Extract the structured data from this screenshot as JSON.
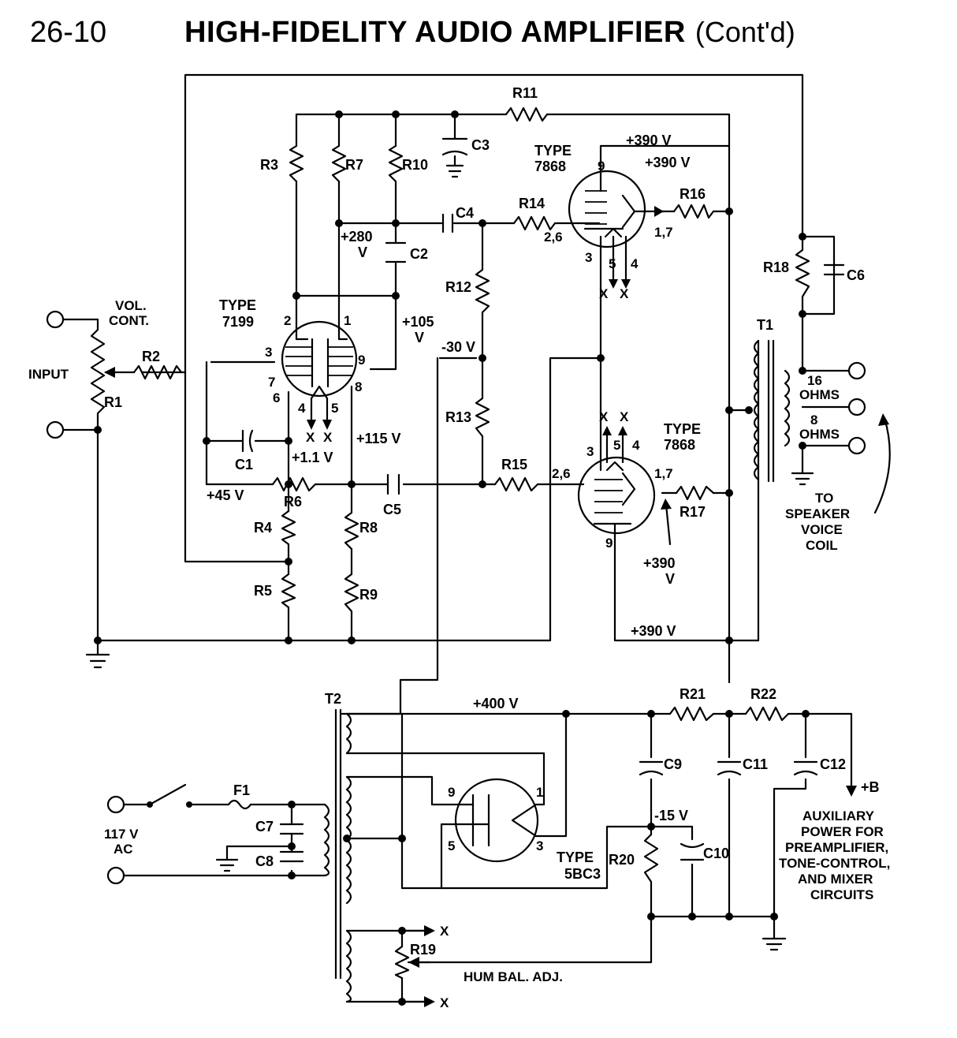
{
  "header": {
    "page_number": "26-10",
    "title": "HIGH-FIDELITY AUDIO AMPLIFIER",
    "title_suffix": "(Cont'd)"
  },
  "resistors": {
    "r1": "R1",
    "r2": "R2",
    "r3": "R3",
    "r4": "R4",
    "r5": "R5",
    "r6": "R6",
    "r7": "R7",
    "r8": "R8",
    "r9": "R9",
    "r10": "R10",
    "r11": "R11",
    "r12": "R12",
    "r13": "R13",
    "r14": "R14",
    "r15": "R15",
    "r16": "R16",
    "r17": "R17",
    "r18": "R18",
    "r19": "R19",
    "r20": "R20",
    "r21": "R21",
    "r22": "R22"
  },
  "capacitors": {
    "c1": "C1",
    "c2": "C2",
    "c3": "C3",
    "c4": "C4",
    "c5": "C5",
    "c6": "C6",
    "c7": "C7",
    "c8": "C8",
    "c9": "C9",
    "c10": "C10",
    "c11": "C11",
    "c12": "C12"
  },
  "transformers": {
    "t1": "T1",
    "t2": "T2"
  },
  "fuse": "F1",
  "tubes": {
    "v1": {
      "type_label": "TYPE",
      "type_number": "7199",
      "pins": {
        "p2": "2",
        "p1": "1",
        "p3": "3",
        "p9": "9",
        "p7": "7",
        "p6": "6",
        "p8": "8",
        "p4": "4",
        "p5": "5"
      }
    },
    "v2": {
      "type_label": "TYPE",
      "type_number": "7868",
      "pins": {
        "p9": "9",
        "p26": "2,6",
        "p17": "1,7",
        "p3": "3",
        "p5": "5",
        "p4": "4"
      }
    },
    "v3": {
      "type_label": "TYPE",
      "type_number": "7868",
      "pins": {
        "p3": "3",
        "p5": "5",
        "p4": "4",
        "p26": "2,6",
        "p17": "1,7",
        "p9": "9"
      }
    },
    "v4": {
      "type_label": "TYPE",
      "type_number": "5BC3",
      "pins": {
        "p9": "9",
        "p1": "1",
        "p5": "5",
        "p3": "3"
      }
    }
  },
  "voltages": {
    "v390_top": "+390 V",
    "v390_v2": "+390 V",
    "v280": "+280",
    "v280_unit": "V",
    "v105": "+105",
    "v105_unit": "V",
    "vneg30": "-30 V",
    "v115": "+115 V",
    "v1_1": "+1.1 V",
    "v45": "+45 V",
    "v390_v3_a": "+390",
    "v390_v3_b": "V",
    "v390_bottom": "+390 V",
    "v400": "+400 V",
    "vneg15": "-15 V",
    "plus_b": "+B"
  },
  "labels": {
    "vol_cont_1": "VOL.",
    "vol_cont_2": "CONT.",
    "input": "INPUT",
    "ohms16_a": "16",
    "ohms16_b": "OHMS",
    "ohms8_a": "8",
    "ohms8_b": "OHMS",
    "speaker_1": "TO",
    "speaker_2": "SPEAKER",
    "speaker_3": "VOICE",
    "speaker_4": "COIL",
    "ac_1": "117 V",
    "ac_2": "AC",
    "aux_1": "AUXILIARY",
    "aux_2": "POWER FOR",
    "aux_3": "PREAMPLIFIER,",
    "aux_4": "TONE-CONTROL,",
    "aux_5": "AND MIXER",
    "aux_6": "CIRCUITS",
    "hum_bal": "HUM BAL. ADJ.",
    "x": "X"
  }
}
